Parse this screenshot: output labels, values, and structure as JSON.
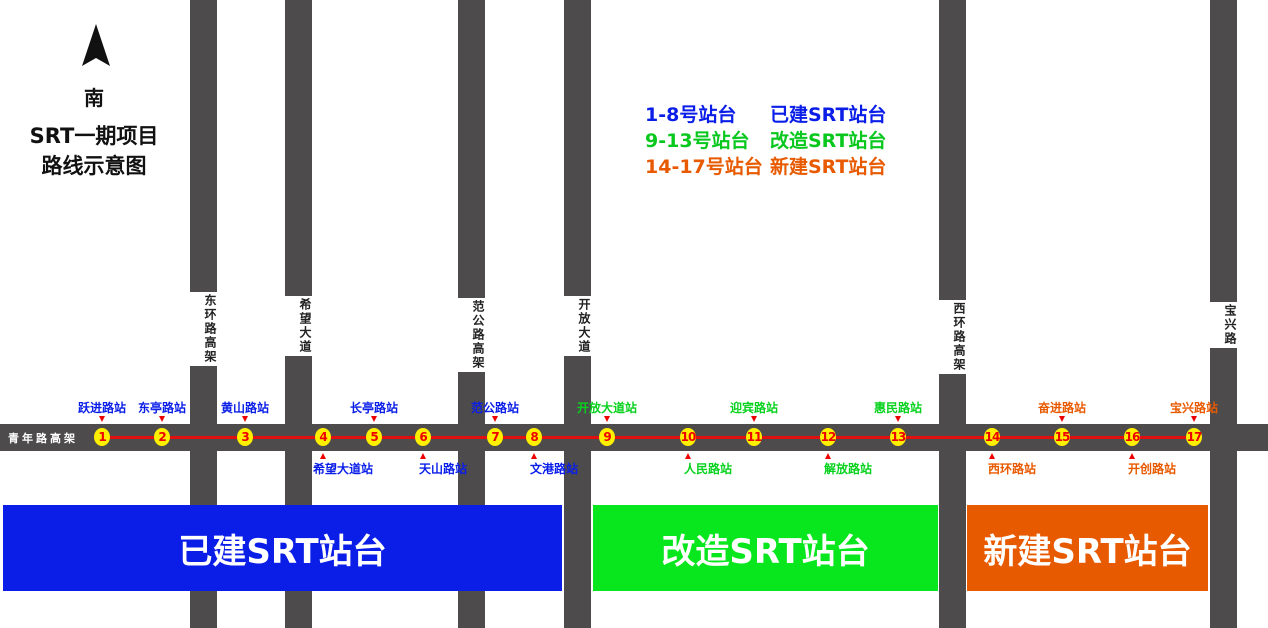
{
  "compass": {
    "icon": "north-arrow-icon",
    "label": "南"
  },
  "title": [
    "SRT一期项目",
    "路线示意图"
  ],
  "colors": {
    "built": "#0a1ee8",
    "renovated": "#08e61e",
    "new": "#e85a00",
    "road": "#4d4b4c",
    "line": "#e01010"
  },
  "legend": [
    {
      "range": "1-8号站台",
      "type": "已建SRT站台",
      "color": "#0a1ee8"
    },
    {
      "range": "9-13号站台",
      "type": "改造SRT站台",
      "color": "#08c81e"
    },
    {
      "range": "14-17号站台",
      "type": "新建SRT站台",
      "color": "#e85a00"
    }
  ],
  "main_road": "青年路高架",
  "cross_roads": [
    "东环路高架",
    "希望大道",
    "范公路高架",
    "开放大道",
    "西环路高架",
    "宝兴路"
  ],
  "stations": [
    {
      "num": "1",
      "name": "跃进路站",
      "side": "up",
      "group": "built"
    },
    {
      "num": "2",
      "name": "东亭路站",
      "side": "up",
      "group": "built"
    },
    {
      "num": "3",
      "name": "黄山路站",
      "side": "up",
      "group": "built"
    },
    {
      "num": "4",
      "name": "希望大道站",
      "side": "down",
      "group": "built"
    },
    {
      "num": "5",
      "name": "长亭路站",
      "side": "up",
      "group": "built"
    },
    {
      "num": "6",
      "name": "天山路站",
      "side": "down",
      "group": "built"
    },
    {
      "num": "7",
      "name": "范公路站",
      "side": "up",
      "group": "built"
    },
    {
      "num": "8",
      "name": "文港路站",
      "side": "down",
      "group": "built"
    },
    {
      "num": "9",
      "name": "开放大道站",
      "side": "up",
      "group": "renovated"
    },
    {
      "num": "10",
      "name": "人民路站",
      "side": "down",
      "group": "renovated"
    },
    {
      "num": "11",
      "name": "迎宾路站",
      "side": "up",
      "group": "renovated"
    },
    {
      "num": "12",
      "name": "解放路站",
      "side": "down",
      "group": "renovated"
    },
    {
      "num": "13",
      "name": "惠民路站",
      "side": "up",
      "group": "renovated"
    },
    {
      "num": "14",
      "name": "西环路站",
      "side": "down",
      "group": "new"
    },
    {
      "num": "15",
      "name": "奋进路站",
      "side": "up",
      "group": "new"
    },
    {
      "num": "16",
      "name": "开创路站",
      "side": "down",
      "group": "new"
    },
    {
      "num": "17",
      "name": "宝兴路站",
      "side": "up",
      "group": "new"
    }
  ],
  "zones": [
    "已建SRT站台",
    "改造SRT站台",
    "新建SRT站台"
  ]
}
